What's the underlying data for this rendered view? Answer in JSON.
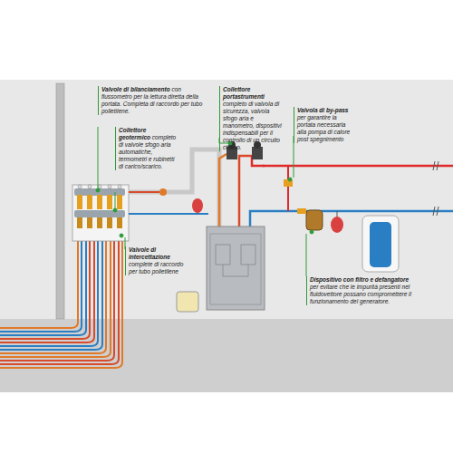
{
  "diagram": {
    "labels": [
      "Valvole di bilanciamento",
      "con flussometro per la lettura diretta della portata. Completa di raccordo per tubo polietilene.",
      "Collettore geotermico",
      "completo di valvole sfogo aria automatiche, termometri e rubinetti di carico/scarico.",
      "Collettore portastrumenti",
      "completo di valvola di sicurezza, valvola sfogo aria e manometro, dispositivi indispensabili per il controllo di un circuito chiuso.",
      "Valvola di by-pass",
      "per garantire la portata necessaria alla pompa di calore post spegnimento",
      "Valvole di intercettazione",
      "complete di raccordo per tubo polietilene",
      "Dispositivo con filtro e defangatore",
      "per evitare che le impurità presenti nel fluidovettore possano compromettere il funzionamento del generatore."
    ]
  }
}
